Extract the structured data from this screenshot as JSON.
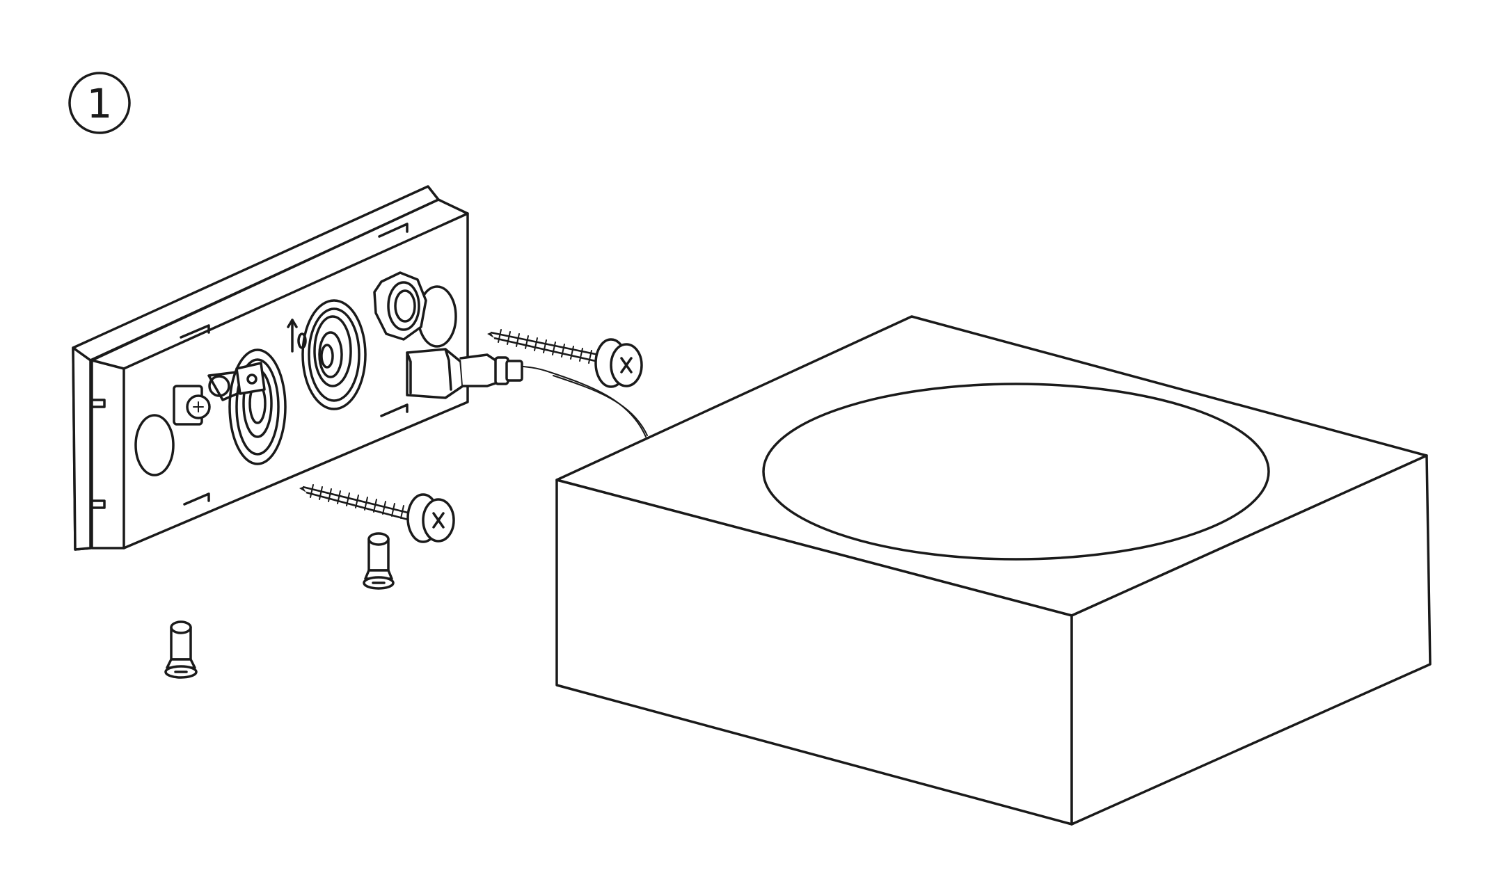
{
  "step": {
    "number": "1"
  },
  "colors": {
    "line": "#1a1a1a",
    "background": "#ffffff"
  },
  "parts": {
    "terminal_plate": "terminal-plate",
    "wood_screws": 2,
    "machine_screws": 2,
    "cable_connector": "spade-connector",
    "speaker_enclosure": "square-box-with-round-cutout"
  }
}
